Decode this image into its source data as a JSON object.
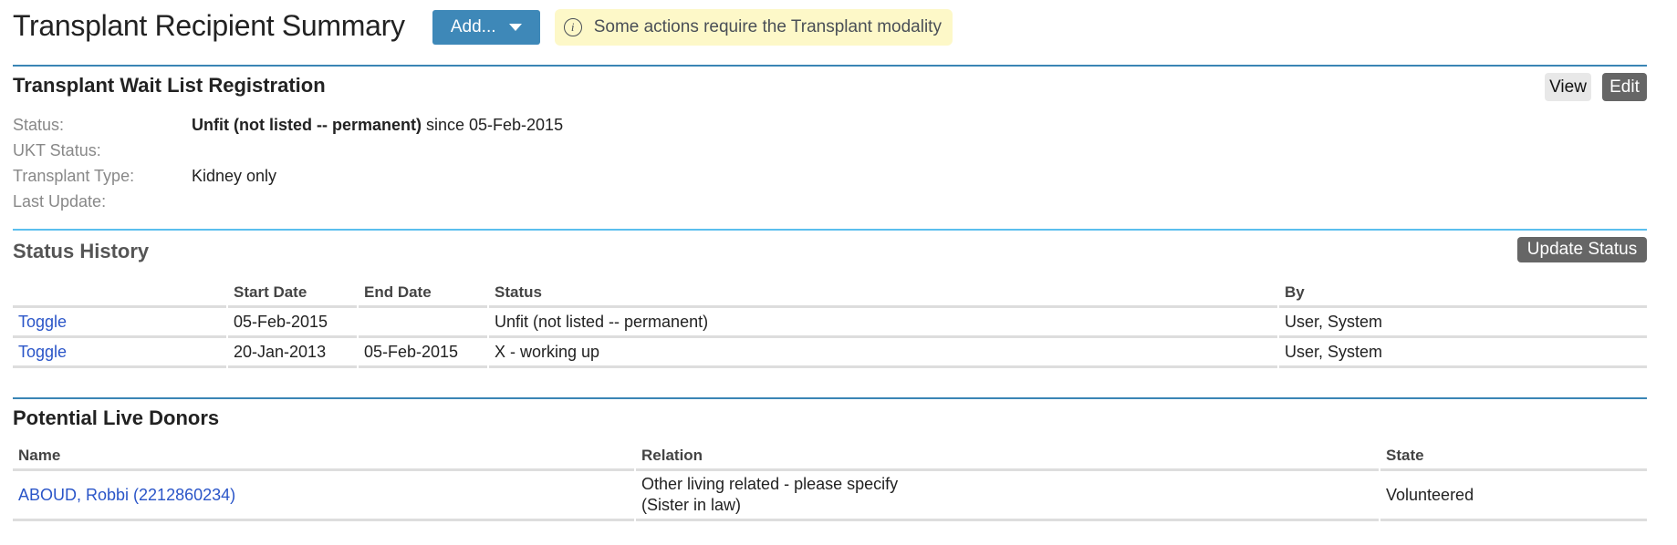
{
  "header": {
    "title": "Transplant Recipient Summary",
    "add_button_label": "Add...",
    "callout_icon": "info-icon",
    "callout_text": "Some actions require the Transplant modality"
  },
  "colors": {
    "accent_blue": "#3e88b8",
    "rule_dark": "#3a85b5",
    "rule_light": "#5bbfee",
    "callout_bg": "#fdf8c8",
    "link": "#2a55c8",
    "button_dark": "#666666",
    "button_light": "#e8e8e8"
  },
  "wait_list": {
    "title": "Transplant Wait List Registration",
    "view_label": "View",
    "edit_label": "Edit",
    "fields": [
      {
        "label": "Status:",
        "value_bold": "Unfit (not listed -- permanent)",
        "value_rest": " since 05-Feb-2015"
      },
      {
        "label": "UKT Status:",
        "value": ""
      },
      {
        "label": "Transplant Type:",
        "value": "Kidney only"
      },
      {
        "label": "Last Update:",
        "value": ""
      }
    ]
  },
  "status_history": {
    "title": "Status History",
    "update_label": "Update Status",
    "columns": [
      "",
      "Start Date",
      "End Date",
      "Status",
      "By"
    ],
    "rows": [
      {
        "toggle": "Toggle",
        "start": "05-Feb-2015",
        "end": "",
        "status": "Unfit (not listed -- permanent)",
        "by": "User, System"
      },
      {
        "toggle": "Toggle",
        "start": "20-Jan-2013",
        "end": "05-Feb-2015",
        "status": "X - working up",
        "by": "User, System"
      }
    ]
  },
  "live_donors": {
    "title": "Potential Live Donors",
    "columns": [
      "Name",
      "Relation",
      "State"
    ],
    "rows": [
      {
        "name": "ABOUD, Robbi (2212860234)",
        "relation_line1": "Other living related - please specify",
        "relation_line2": "(Sister in law)",
        "state": "Volunteered"
      }
    ]
  }
}
